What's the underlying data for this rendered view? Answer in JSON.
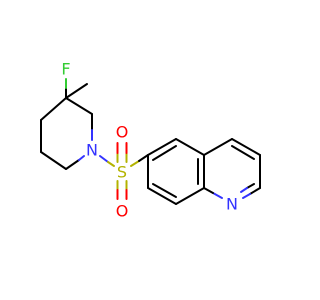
{
  "atoms": {
    "F": {
      "symbol": "F",
      "color": "#33cc33"
    },
    "N_pip": {
      "symbol": "N",
      "color": "#3333ff"
    },
    "S": {
      "symbol": "S",
      "color": "#b3b300"
    },
    "O_top": {
      "symbol": "O",
      "color": "#ff0000"
    },
    "O_bottom": {
      "symbol": "O",
      "color": "#ff0000"
    },
    "N_quin": {
      "symbol": "N",
      "color": "#3333ff"
    }
  }
}
